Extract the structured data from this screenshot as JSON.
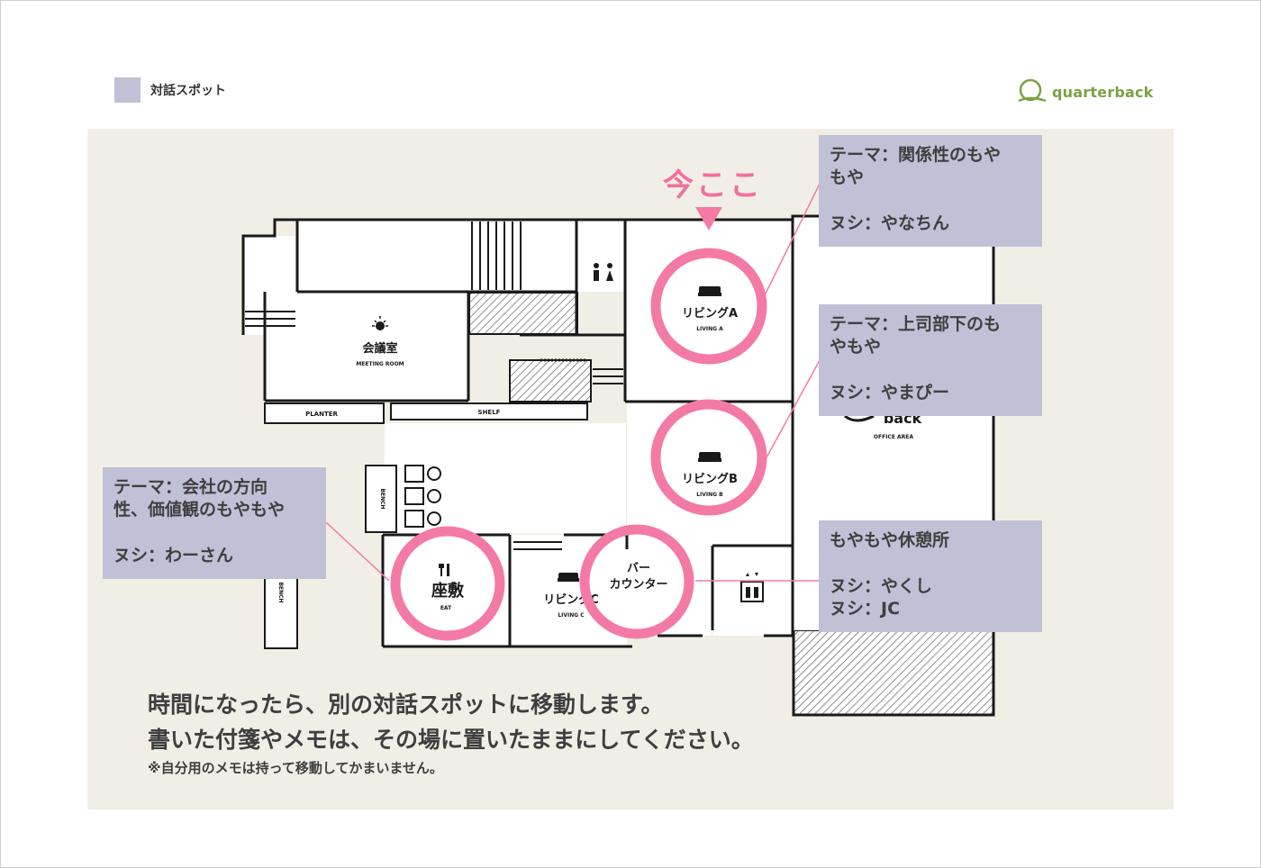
{
  "legend": {
    "label": "対話スポット",
    "color": "#c0c0d6"
  },
  "logo": {
    "text": "quarterback",
    "icon": "quarterback-logo-icon",
    "color": "#7aa245"
  },
  "current_location": {
    "label": "今ここ",
    "color": "#f36f9e"
  },
  "rooms": {
    "meeting_room_jp": "会議室",
    "meeting_room_en": "MEETING ROOM",
    "planter": "PLANTER",
    "shelf": "SHELF",
    "bench": "BENCH",
    "living_a_jp": "リビングA",
    "living_a_en": "LIVING A",
    "living_b_jp": "リビングB",
    "living_b_en": "LIVING B",
    "living_c_jp": "リビングC",
    "living_c_en": "LIVING C",
    "eat_jp": "座敷",
    "eat_en": "EAT",
    "bar_line1": "バー",
    "bar_line2": "カウンター",
    "office_logo": "back",
    "office_area": "OFFICE AREA"
  },
  "notes": {
    "living_a": {
      "theme": [
        "テーマ：関係性のもや",
        "もや"
      ],
      "host": "ヌシ：やなちん"
    },
    "living_b": {
      "theme": [
        "テーマ：上司部下のも",
        "やもや"
      ],
      "host": "ヌシ：やまぴー"
    },
    "eat": {
      "theme": [
        "テーマ：会社の方向",
        "性、価値観のもやもや"
      ],
      "host": "ヌシ：わーさん"
    },
    "bar": {
      "title": "もやもや休憩所",
      "hosts": [
        "ヌシ：やくし",
        "ヌシ：JC"
      ]
    }
  },
  "message": {
    "line1": "時間になったら、別の対話スポットに移動します。",
    "line2": "書いた付箋やメモは、その場に置いたままにしてください。",
    "line3": "※自分用のメモは持って移動してかまいません。"
  },
  "colors": {
    "spot_ring": "#f47aa6",
    "note_bg": "#c0c0d6",
    "board_bg": "#f1efe5",
    "wall": "#1a1a1a"
  }
}
